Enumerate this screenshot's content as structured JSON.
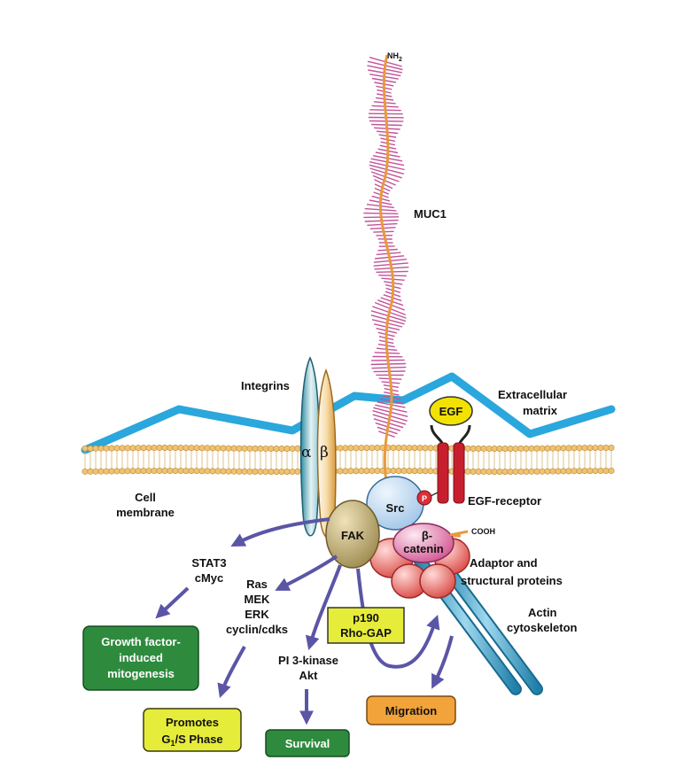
{
  "labels": {
    "nh2": "NH",
    "nh2_sub": "2",
    "muc1": "MUC1",
    "integrins": "Integrins",
    "extracellular_1": "Extracellular",
    "extracellular_2": "matrix",
    "egf": "EGF",
    "cell_membrane_1": "Cell",
    "cell_membrane_2": "membrane",
    "alpha": "α",
    "beta": "β",
    "src": "Src",
    "p": "P",
    "egf_receptor": "EGF-receptor",
    "fak": "FAK",
    "beta_catenin_1": "β-",
    "beta_catenin_2": "catenin",
    "cooh": "COOH",
    "adaptor_1": "Adaptor and",
    "adaptor_2": "structural proteins",
    "actin_1": "Actin",
    "actin_2": "cytoskeleton",
    "stat3_1": "STAT3",
    "stat3_2": "cMyc",
    "ras_1": "Ras",
    "ras_2": "MEK",
    "ras_3": "ERK",
    "ras_4": "cyclin/cdks",
    "pi3k_1": "PI 3-kinase",
    "pi3k_2": "Akt",
    "p190_1": "p190",
    "p190_2": "Rho-GAP"
  },
  "boxes": {
    "growth_1": "Growth factor-",
    "growth_2": "induced",
    "growth_3": "mitogenesis",
    "promotes_1": "Promotes",
    "promotes_2": "G",
    "promotes_sub": "1",
    "promotes_3": "/S Phase",
    "survival": "Survival",
    "migration": "Migration"
  },
  "colors": {
    "muc1_tines": "#c2539a",
    "muc1_core": "#e89a3c",
    "matrix_line": "#2aa7dc",
    "arrow": "#5b55a6",
    "membrane_head": "#f1c370",
    "egf_fill": "#f2e200",
    "receptor": "#c71f2d",
    "green_box": "#2e8b3e",
    "yellow_box": "#e6ec3a",
    "orange_box": "#f2a33a"
  }
}
